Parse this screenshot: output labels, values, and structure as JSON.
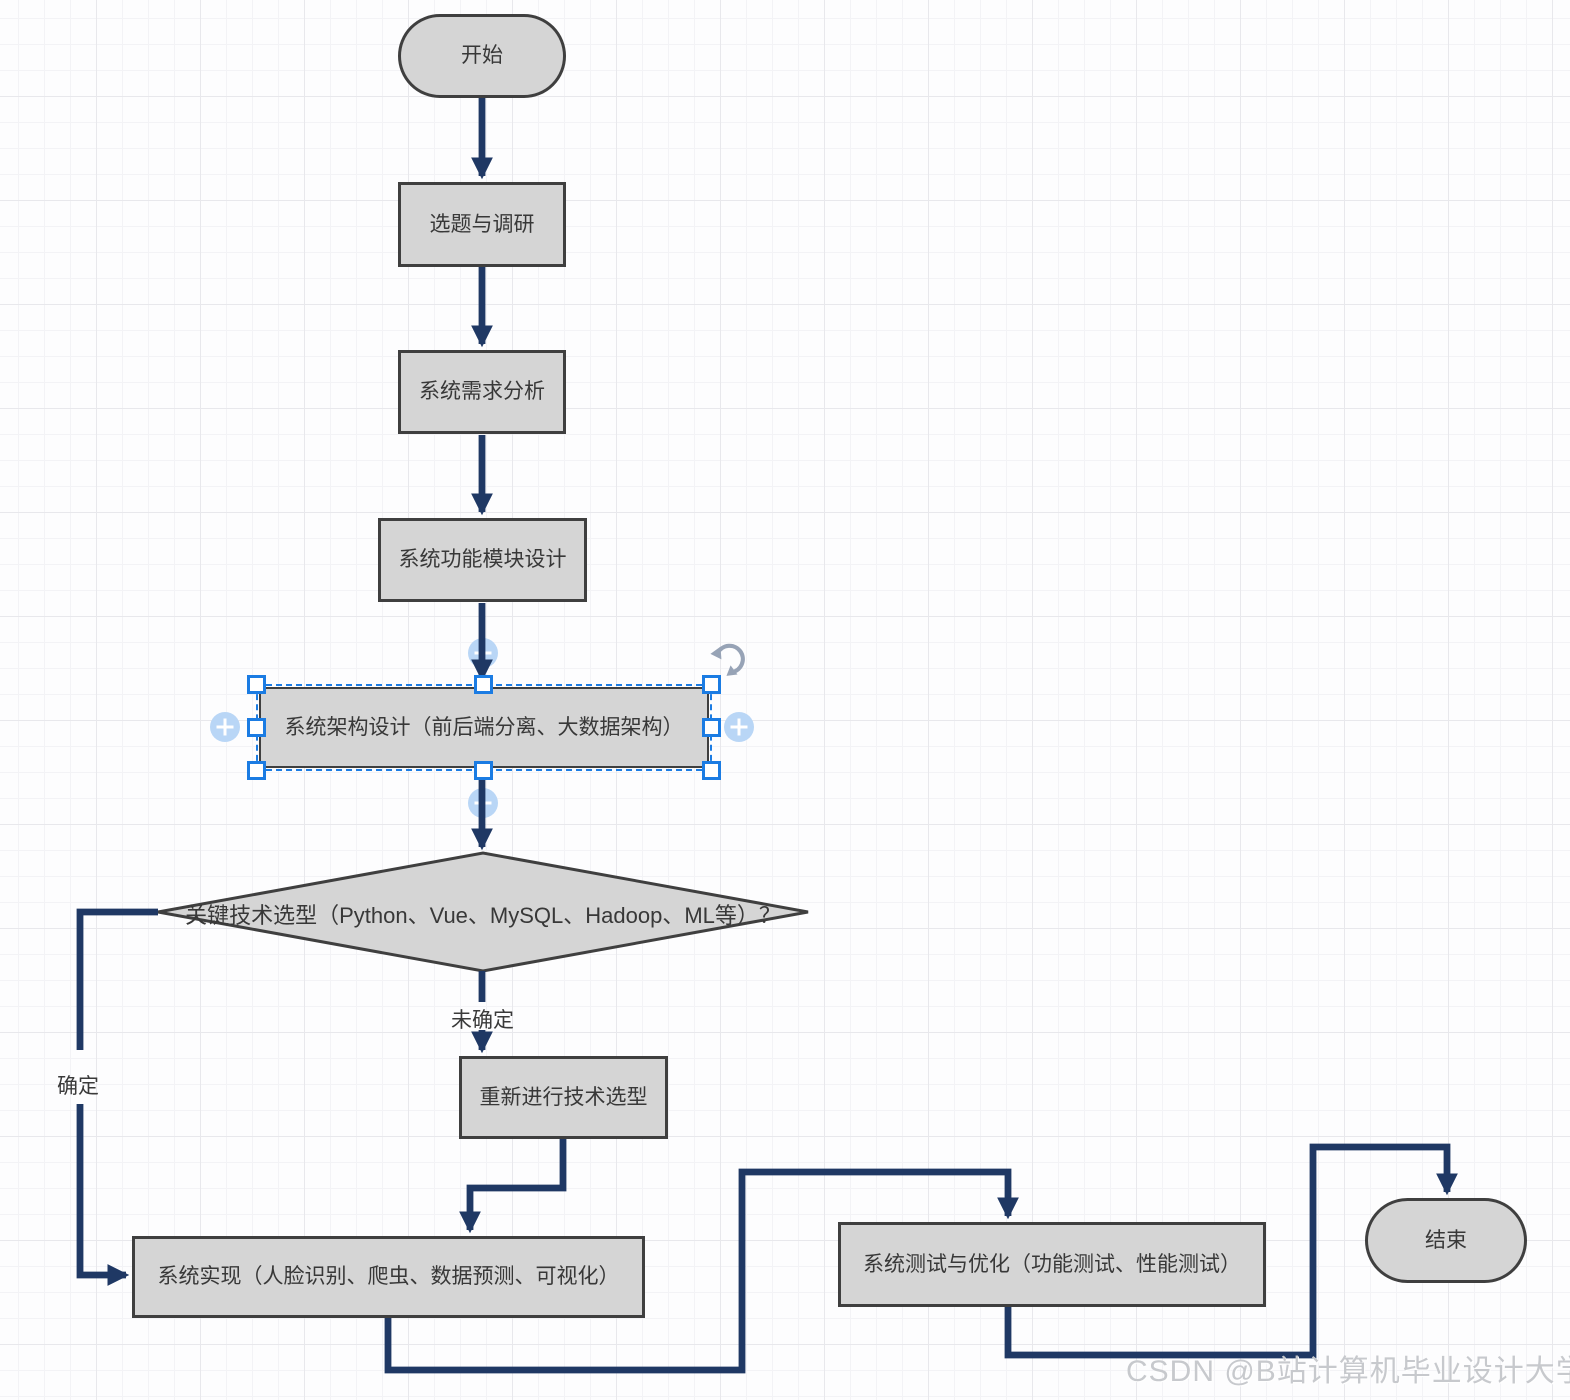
{
  "nodes": {
    "start": {
      "label": "开始"
    },
    "topic_research": {
      "label": "选题与调研"
    },
    "requirements_analysis": {
      "label": "系统需求分析"
    },
    "module_design": {
      "label": "系统功能模块设计"
    },
    "architecture_design": {
      "label": "系统架构设计（前后端分离、大数据架构）"
    },
    "tech_decision": {
      "label": "关键技术选型（Python、Vue、MySQL、Hadoop、ML等）？"
    },
    "reselect_tech": {
      "label": "重新进行技术选型"
    },
    "implementation": {
      "label": "系统实现（人脸识别、爬虫、数据预测、可视化）"
    },
    "testing": {
      "label": "系统测试与优化（功能测试、性能测试）"
    },
    "end": {
      "label": "结束"
    }
  },
  "edge_labels": {
    "undetermined": "未确定",
    "determined": "确定"
  },
  "watermark": {
    "text": "CSDN @B站计算机毕业设计大学"
  },
  "colors": {
    "connector": "#1f3864",
    "node_fill": "#d5d5d5",
    "node_border": "#3f3f3f",
    "selection_blue": "#1b7ce3",
    "direction_hint_fill": "#b9d6f6",
    "rotate_handle": "#97a3b6",
    "watermark_gray": "#c7c9cd"
  }
}
